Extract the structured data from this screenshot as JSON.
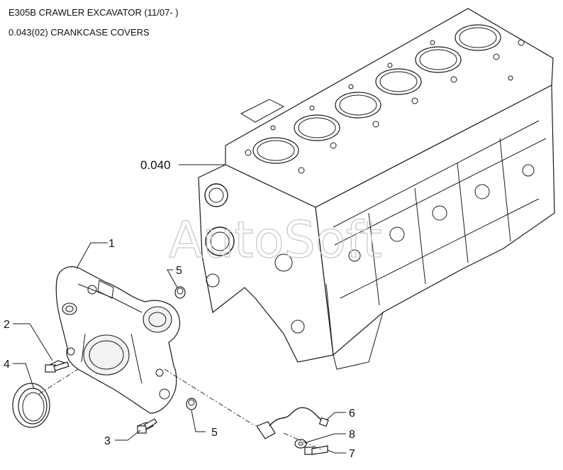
{
  "header": {
    "title": "E305B CRAWLER EXCAVATOR (11/07- )",
    "subtitle": "0.043(02) CRANKCASE COVERS"
  },
  "watermark": "AutoSoft",
  "callouts": {
    "ref_040": "0.040",
    "c1": "1",
    "c2": "2",
    "c3": "3",
    "c4": "4",
    "c5_upper": "5",
    "c5_lower": "5",
    "c6": "6",
    "c7": "7",
    "c8": "8"
  },
  "parts_drawn": [
    "engine-block-icon",
    "crankcase-cover-icon",
    "bolt-icon",
    "oil-seal-ring-icon",
    "plug-icon",
    "speed-sensor-icon",
    "sealing-washer-icon",
    "sensor-screw-icon"
  ]
}
